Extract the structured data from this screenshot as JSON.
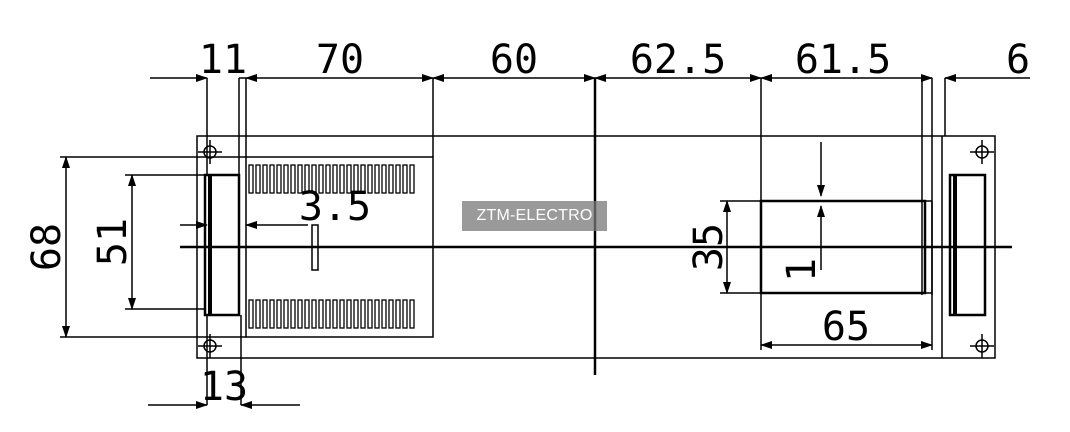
{
  "dimensions": {
    "top": [
      "11",
      "70",
      "60",
      "62.5",
      "61.5",
      "6"
    ],
    "left_outer": "68",
    "left_inner": "51",
    "hole": "3.5",
    "right_height": "35",
    "right_inner": "1",
    "right_width": "65",
    "bottom": "13"
  },
  "watermark": "ZTM-ELECTRO",
  "colors": {
    "line": "#000000",
    "watermark_bg": "#787878"
  }
}
